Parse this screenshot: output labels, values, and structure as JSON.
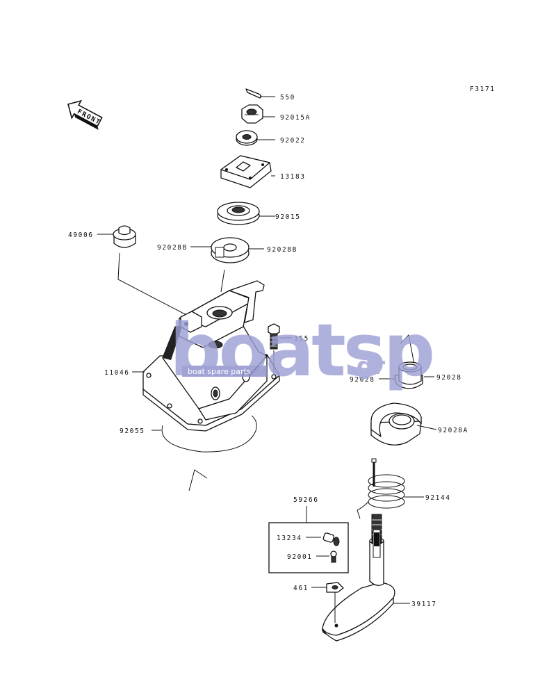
{
  "figure_code": "F3171",
  "front_badge": "FRONT",
  "watermark": {
    "brand_main": "boatsp",
    "brand_suffix": ".gr",
    "tagline": "boat spare parts"
  },
  "labels": {
    "p550": "550",
    "p92015a": "92015A",
    "p92022": "92022",
    "p13183": "13183",
    "p92015": "92015",
    "p49006": "49006",
    "p92028b_left": "92028B",
    "p92028b_right": "92028B",
    "p155": "155",
    "p11046": "11046",
    "p92028_left": "92028",
    "p92028_right": "92028",
    "p92028a": "92028A",
    "p92055": "92055",
    "p92144": "92144",
    "p59266": "59266",
    "p13234": "13234",
    "p92001": "92001",
    "p461": "461",
    "p39117": "39117"
  }
}
